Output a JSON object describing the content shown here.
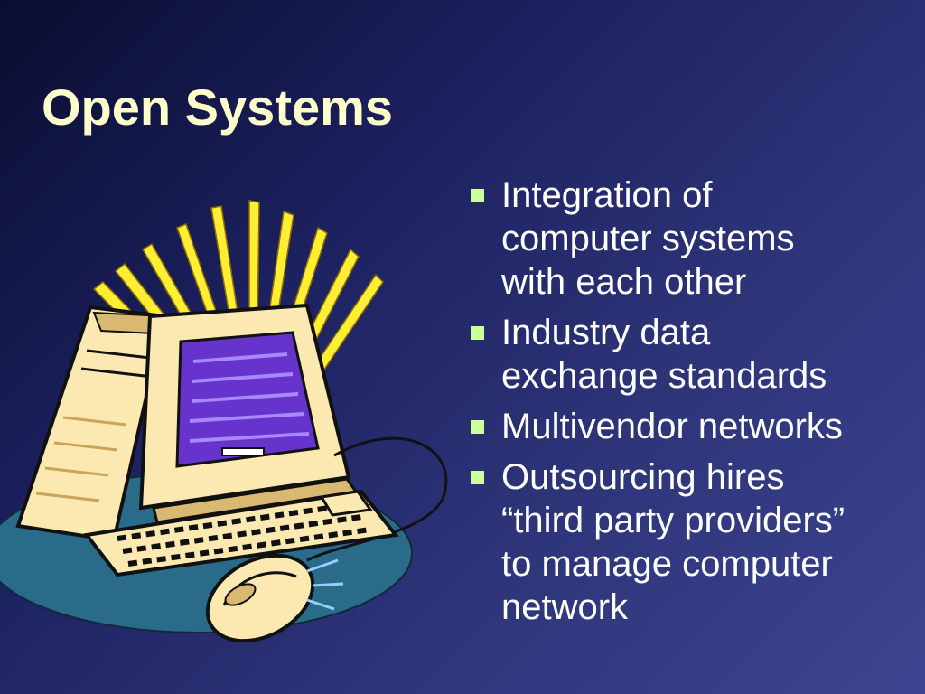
{
  "slide": {
    "title": "Open Systems",
    "bullets": [
      {
        "text": "Integration of\ncomputer systems\nwith each other"
      },
      {
        "text": "Industry data\nexchange standards"
      },
      {
        "text": "Multivendor networks"
      },
      {
        "text": "Outsourcing hires\n“third party providers”\nto manage computer\nnetwork"
      }
    ]
  },
  "colors": {
    "background_dark": "#0a0d30",
    "background_light": "#3d4592",
    "title": "#ffffcc",
    "bullet_text": "#ffffff",
    "bullet_marker": "#ccff99",
    "screen": "#6633cc",
    "rays": "#ffee33",
    "pad": "#2a6b8a"
  },
  "icons": {
    "clipart": "computer-illustration-icon",
    "bullet": "square-bullet-icon"
  }
}
